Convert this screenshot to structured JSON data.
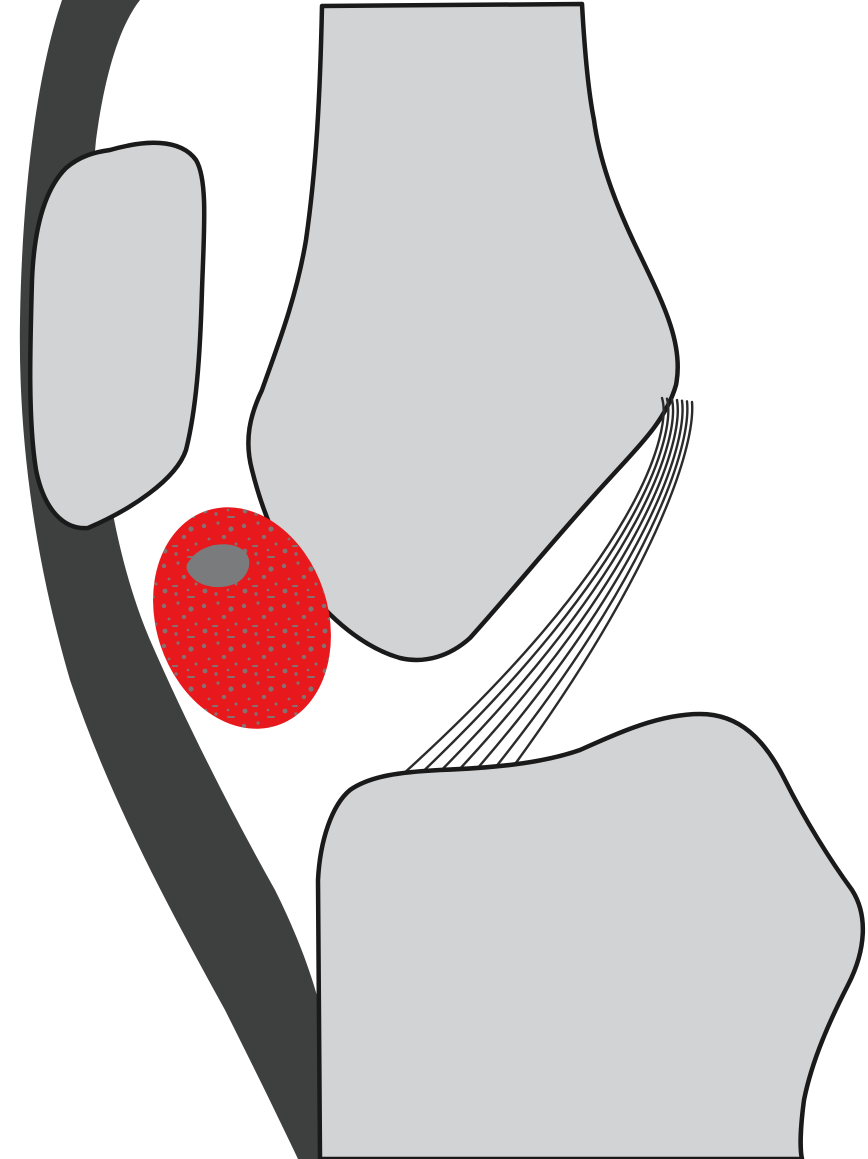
{
  "diagram": {
    "colors": {
      "background": "#ffffff",
      "bone_fill": "#d2d3d5",
      "outline": "#1a1a1a",
      "skin_band": "#3e403f",
      "lesion_fill": "#e8191c",
      "lesion_speckle": "#7a7b7c",
      "ligament_stroke": "#2b2b2b"
    },
    "parts": [
      {
        "id": "soft-tissue-band"
      },
      {
        "id": "patella"
      },
      {
        "id": "femur"
      },
      {
        "id": "tibia"
      },
      {
        "id": "patellar-ligament"
      },
      {
        "id": "lesion"
      }
    ],
    "ligament_fiber_count": 7
  }
}
